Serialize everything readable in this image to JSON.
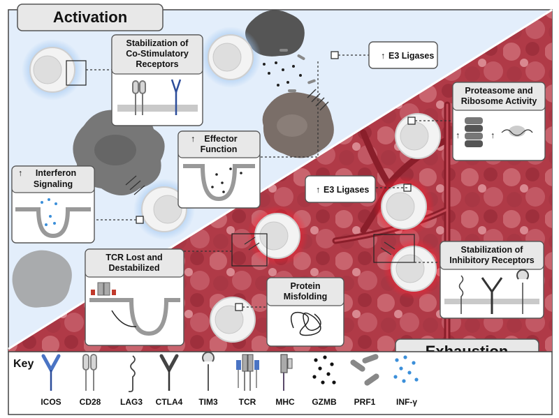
{
  "titles": {
    "activation": "Activation",
    "exhaustion": "Exhaustion"
  },
  "boxes": {
    "costim": [
      "Stabilization of",
      "Co-Stimulatory",
      "Receptors"
    ],
    "e3_top": "E3 Ligases",
    "proteasome": [
      "Proteasome and",
      "Ribosome Activity"
    ],
    "effector": [
      "Effector",
      "Function"
    ],
    "interferon": [
      "Interferon",
      "Signaling"
    ],
    "e3_mid": "E3 Ligases",
    "tcr": [
      "TCR Lost and",
      "Destabilized"
    ],
    "misfolding": [
      "Protein",
      "Misfolding"
    ],
    "inhibitory": [
      "Stabilization of",
      "Inhibitory Receptors"
    ]
  },
  "key": {
    "title": "Key",
    "items": [
      "ICOS",
      "CD28",
      "LAG3",
      "CTLA4",
      "TIM3",
      "TCR",
      "MHC",
      "GZMB",
      "PRF1",
      "INF-γ"
    ]
  },
  "colors": {
    "activation_bg": "#e3eefb",
    "exhaustion_bg": "#b8434f",
    "icos": "#4a74c4",
    "receptor_gray": "#8a8a8a",
    "infg_dots": "#3b8fd9"
  }
}
